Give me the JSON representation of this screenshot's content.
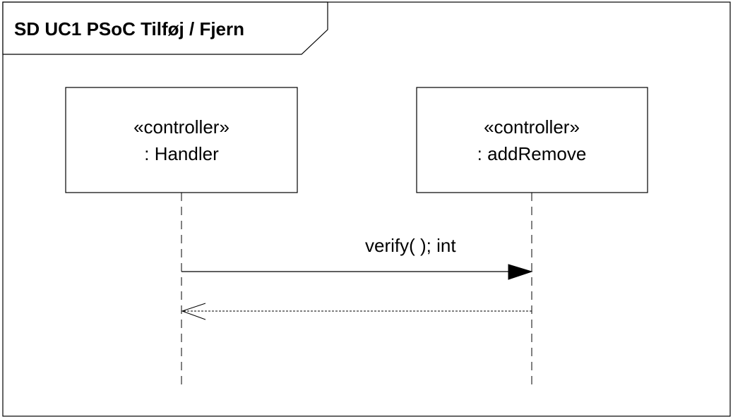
{
  "frame": {
    "title": "SD UC1 PSoC Tilføj / Fjern"
  },
  "lifelines": [
    {
      "stereotype": "«controller»",
      "name": ": Handler"
    },
    {
      "stereotype": "«controller»",
      "name": ": addRemove"
    }
  ],
  "messages": [
    {
      "label": "verify( ); int",
      "from": ": Handler",
      "to": ": addRemove",
      "kind": "synchronous-call"
    },
    {
      "label": "",
      "from": ": addRemove",
      "to": ": Handler",
      "kind": "return"
    }
  ],
  "colors": {
    "line": "#000000",
    "background": "#ffffff"
  }
}
